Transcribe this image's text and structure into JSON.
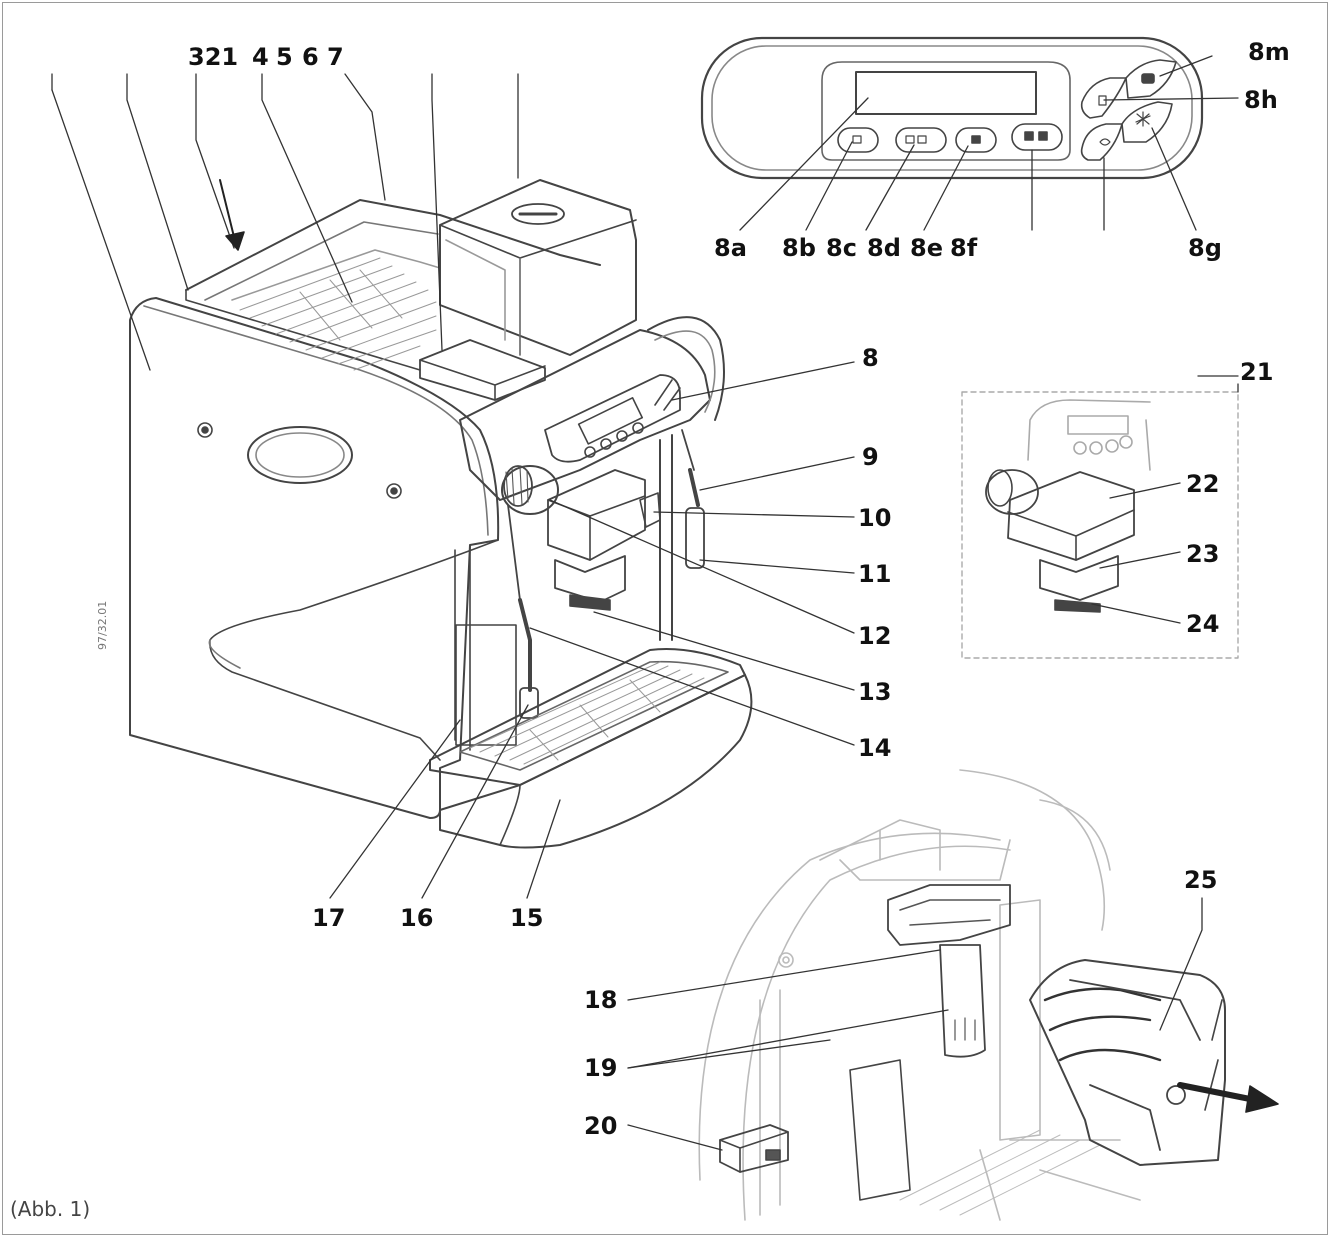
{
  "caption": "(Abb. 1)",
  "side_code": "97/32.01",
  "labels": {
    "l_321": "321",
    "l_4": "4",
    "l_5": "5",
    "l_6": "6",
    "l_7": "7",
    "l_8m": "8m",
    "l_8h": "8h",
    "l_8a": "8a",
    "l_8b": "8b",
    "l_8c": "8c",
    "l_8d": "8d",
    "l_8e": "8e",
    "l_8f": "8f",
    "l_8g": "8g",
    "l_8": "8",
    "l_9": "9",
    "l_10": "10",
    "l_11": "11",
    "l_12": "12",
    "l_13": "13",
    "l_14": "14",
    "l_15": "15",
    "l_16": "16",
    "l_17": "17",
    "l_21": "21",
    "l_22": "22",
    "l_23": "23",
    "l_24": "24",
    "l_25": "25",
    "l_18": "18",
    "l_19": "19",
    "l_20": "20"
  }
}
